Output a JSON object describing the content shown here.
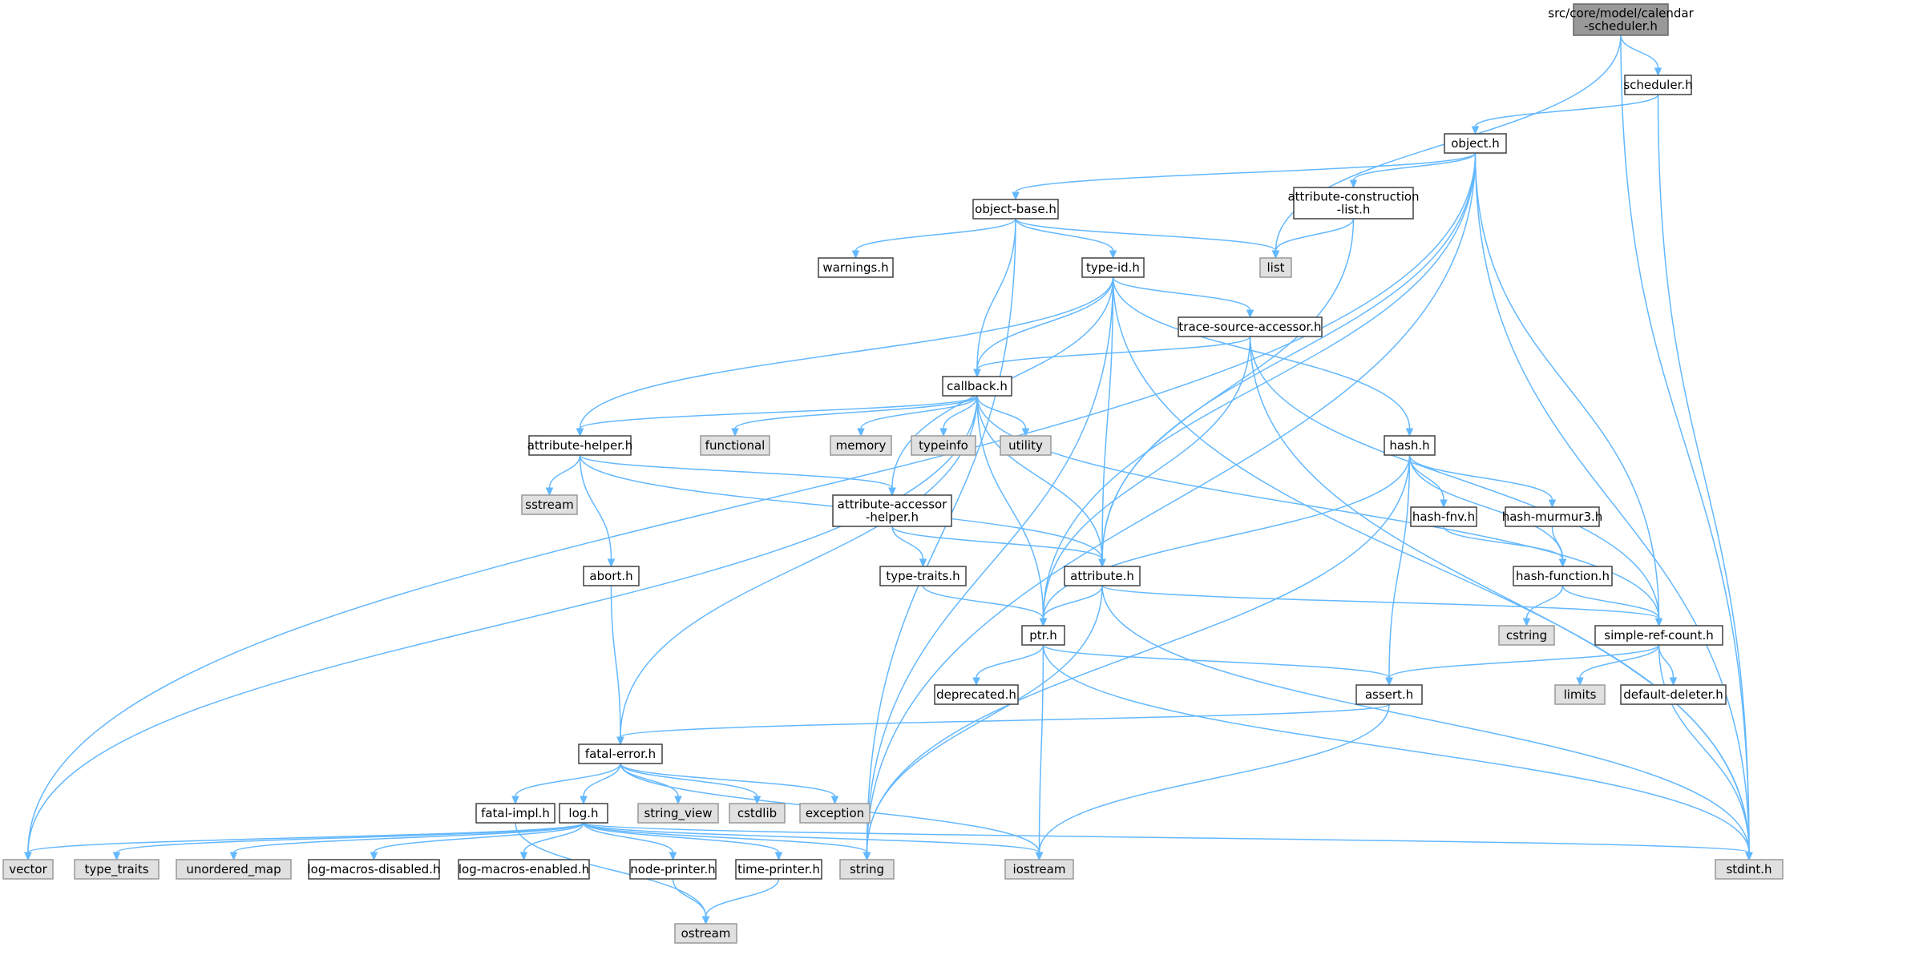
{
  "nodes": [
    {
      "id": "root",
      "kind": "root",
      "lines": [
        "src/core/model/calendar",
        "-scheduler.h"
      ]
    },
    {
      "id": "scheduler",
      "kind": "file",
      "lines": [
        "scheduler.h"
      ]
    },
    {
      "id": "object",
      "kind": "file",
      "lines": [
        "object.h"
      ]
    },
    {
      "id": "objectbase",
      "kind": "file",
      "lines": [
        "object-base.h"
      ]
    },
    {
      "id": "attrconstr",
      "kind": "file",
      "lines": [
        "attribute-construction",
        "-list.h"
      ]
    },
    {
      "id": "list",
      "kind": "system",
      "lines": [
        "list"
      ]
    },
    {
      "id": "warnings",
      "kind": "file",
      "lines": [
        "warnings.h"
      ]
    },
    {
      "id": "typeid",
      "kind": "file",
      "lines": [
        "type-id.h"
      ]
    },
    {
      "id": "tracesrc",
      "kind": "file",
      "lines": [
        "trace-source-accessor.h"
      ]
    },
    {
      "id": "callback",
      "kind": "file",
      "lines": [
        "callback.h"
      ]
    },
    {
      "id": "attrhelper",
      "kind": "file",
      "lines": [
        "attribute-helper.h"
      ]
    },
    {
      "id": "functional",
      "kind": "system",
      "lines": [
        "functional"
      ]
    },
    {
      "id": "memory",
      "kind": "system",
      "lines": [
        "memory"
      ]
    },
    {
      "id": "typeinfo",
      "kind": "system",
      "lines": [
        "typeinfo"
      ]
    },
    {
      "id": "utility",
      "kind": "system",
      "lines": [
        "utility"
      ]
    },
    {
      "id": "hash",
      "kind": "file",
      "lines": [
        "hash.h"
      ]
    },
    {
      "id": "sstream",
      "kind": "system",
      "lines": [
        "sstream"
      ]
    },
    {
      "id": "attraccessor",
      "kind": "file",
      "lines": [
        "attribute-accessor",
        "-helper.h"
      ]
    },
    {
      "id": "hashfnv",
      "kind": "file",
      "lines": [
        "hash-fnv.h"
      ]
    },
    {
      "id": "hashmurmur",
      "kind": "file",
      "lines": [
        "hash-murmur3.h"
      ]
    },
    {
      "id": "abort",
      "kind": "file",
      "lines": [
        "abort.h"
      ]
    },
    {
      "id": "typetraitsh",
      "kind": "file",
      "lines": [
        "type-traits.h"
      ]
    },
    {
      "id": "attribute",
      "kind": "file",
      "lines": [
        "attribute.h"
      ]
    },
    {
      "id": "hashfunc",
      "kind": "file",
      "lines": [
        "hash-function.h"
      ]
    },
    {
      "id": "ptr",
      "kind": "file",
      "lines": [
        "ptr.h"
      ]
    },
    {
      "id": "cstring",
      "kind": "system",
      "lines": [
        "cstring"
      ]
    },
    {
      "id": "simpleref",
      "kind": "file",
      "lines": [
        "simple-ref-count.h"
      ]
    },
    {
      "id": "deprecated",
      "kind": "file",
      "lines": [
        "deprecated.h"
      ]
    },
    {
      "id": "assert",
      "kind": "file",
      "lines": [
        "assert.h"
      ]
    },
    {
      "id": "limits",
      "kind": "system",
      "lines": [
        "limits"
      ]
    },
    {
      "id": "defdeleter",
      "kind": "file",
      "lines": [
        "default-deleter.h"
      ]
    },
    {
      "id": "fatalerror",
      "kind": "file",
      "lines": [
        "fatal-error.h"
      ]
    },
    {
      "id": "fatalimpl",
      "kind": "file",
      "lines": [
        "fatal-impl.h"
      ]
    },
    {
      "id": "log",
      "kind": "file",
      "lines": [
        "log.h"
      ]
    },
    {
      "id": "string_view",
      "kind": "system",
      "lines": [
        "string_view"
      ]
    },
    {
      "id": "cstdlib",
      "kind": "system",
      "lines": [
        "cstdlib"
      ]
    },
    {
      "id": "exception",
      "kind": "system",
      "lines": [
        "exception"
      ]
    },
    {
      "id": "vector",
      "kind": "system",
      "lines": [
        "vector"
      ]
    },
    {
      "id": "type_traits",
      "kind": "system",
      "lines": [
        "type_traits"
      ]
    },
    {
      "id": "unordered_map",
      "kind": "system",
      "lines": [
        "unordered_map"
      ]
    },
    {
      "id": "logdisabled",
      "kind": "file",
      "lines": [
        "log-macros-disabled.h"
      ]
    },
    {
      "id": "logenabled",
      "kind": "file",
      "lines": [
        "log-macros-enabled.h"
      ]
    },
    {
      "id": "nodeprinter",
      "kind": "file",
      "lines": [
        "node-printer.h"
      ]
    },
    {
      "id": "timeprinter",
      "kind": "file",
      "lines": [
        "time-printer.h"
      ]
    },
    {
      "id": "string",
      "kind": "system",
      "lines": [
        "string"
      ]
    },
    {
      "id": "iostream",
      "kind": "system",
      "lines": [
        "iostream"
      ]
    },
    {
      "id": "stdint",
      "kind": "system",
      "lines": [
        "stdint.h"
      ]
    },
    {
      "id": "ostream",
      "kind": "system",
      "lines": [
        "ostream"
      ]
    }
  ],
  "edges": [
    [
      "root",
      "scheduler"
    ],
    [
      "root",
      "list"
    ],
    [
      "root",
      "stdint"
    ],
    [
      "scheduler",
      "object"
    ],
    [
      "scheduler",
      "stdint"
    ],
    [
      "object",
      "objectbase"
    ],
    [
      "object",
      "attrconstr"
    ],
    [
      "object",
      "vector"
    ],
    [
      "object",
      "string"
    ],
    [
      "object",
      "ptr"
    ],
    [
      "object",
      "attribute"
    ],
    [
      "object",
      "simpleref"
    ],
    [
      "object",
      "stdint"
    ],
    [
      "objectbase",
      "warnings"
    ],
    [
      "objectbase",
      "typeid"
    ],
    [
      "objectbase",
      "list"
    ],
    [
      "objectbase",
      "callback"
    ],
    [
      "objectbase",
      "string"
    ],
    [
      "attrconstr",
      "list"
    ],
    [
      "attrconstr",
      "attribute"
    ],
    [
      "typeid",
      "tracesrc"
    ],
    [
      "typeid",
      "callback"
    ],
    [
      "typeid",
      "attrhelper"
    ],
    [
      "typeid",
      "attraccessor"
    ],
    [
      "typeid",
      "attribute"
    ],
    [
      "typeid",
      "hash"
    ],
    [
      "typeid",
      "string"
    ],
    [
      "typeid",
      "stdint"
    ],
    [
      "tracesrc",
      "callback"
    ],
    [
      "tracesrc",
      "ptr"
    ],
    [
      "tracesrc",
      "simpleref"
    ],
    [
      "tracesrc",
      "stdint"
    ],
    [
      "callback",
      "attrhelper"
    ],
    [
      "callback",
      "functional"
    ],
    [
      "callback",
      "memory"
    ],
    [
      "callback",
      "typeinfo"
    ],
    [
      "callback",
      "utility"
    ],
    [
      "callback",
      "attribute"
    ],
    [
      "callback",
      "ptr"
    ],
    [
      "callback",
      "simpleref"
    ],
    [
      "callback",
      "fatalerror"
    ],
    [
      "callback",
      "vector"
    ],
    [
      "attrhelper",
      "sstream"
    ],
    [
      "attrhelper",
      "abort"
    ],
    [
      "attrhelper",
      "attraccessor"
    ],
    [
      "attrhelper",
      "attribute"
    ],
    [
      "hash",
      "hashfnv"
    ],
    [
      "hash",
      "hashmurmur"
    ],
    [
      "hash",
      "hashfunc"
    ],
    [
      "hash",
      "ptr"
    ],
    [
      "hash",
      "assert"
    ],
    [
      "hash",
      "string"
    ],
    [
      "attraccessor",
      "typetraitsh"
    ],
    [
      "attraccessor",
      "attribute"
    ],
    [
      "hashfnv",
      "hashfunc"
    ],
    [
      "hashmurmur",
      "hashfunc"
    ],
    [
      "abort",
      "fatalerror"
    ],
    [
      "typetraitsh",
      "ptr"
    ],
    [
      "attribute",
      "ptr"
    ],
    [
      "attribute",
      "simpleref"
    ],
    [
      "attribute",
      "string"
    ],
    [
      "attribute",
      "stdint"
    ],
    [
      "hashfunc",
      "cstring"
    ],
    [
      "hashfunc",
      "simpleref"
    ],
    [
      "ptr",
      "deprecated"
    ],
    [
      "ptr",
      "assert"
    ],
    [
      "ptr",
      "iostream"
    ],
    [
      "ptr",
      "stdint"
    ],
    [
      "simpleref",
      "assert"
    ],
    [
      "simpleref",
      "limits"
    ],
    [
      "simpleref",
      "defdeleter"
    ],
    [
      "simpleref",
      "stdint"
    ],
    [
      "assert",
      "fatalerror"
    ],
    [
      "assert",
      "iostream"
    ],
    [
      "fatalerror",
      "fatalimpl"
    ],
    [
      "fatalerror",
      "log"
    ],
    [
      "fatalerror",
      "string_view"
    ],
    [
      "fatalerror",
      "cstdlib"
    ],
    [
      "fatalerror",
      "exception"
    ],
    [
      "fatalerror",
      "iostream"
    ],
    [
      "fatalimpl",
      "ostream"
    ],
    [
      "log",
      "vector"
    ],
    [
      "log",
      "type_traits"
    ],
    [
      "log",
      "unordered_map"
    ],
    [
      "log",
      "logdisabled"
    ],
    [
      "log",
      "logenabled"
    ],
    [
      "log",
      "nodeprinter"
    ],
    [
      "log",
      "timeprinter"
    ],
    [
      "log",
      "string"
    ],
    [
      "log",
      "iostream"
    ],
    [
      "log",
      "stdint"
    ],
    [
      "nodeprinter",
      "ostream"
    ],
    [
      "timeprinter",
      "ostream"
    ]
  ]
}
